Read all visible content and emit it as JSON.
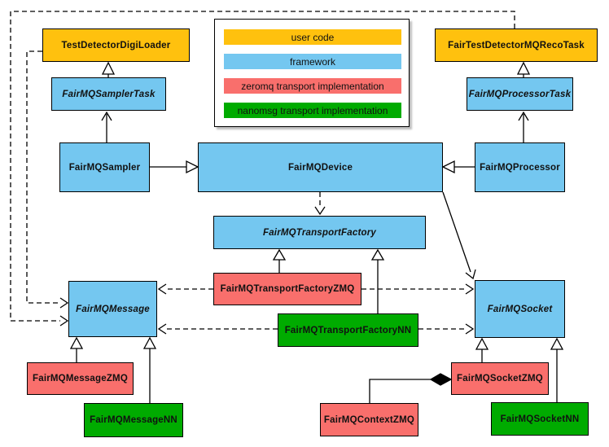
{
  "palette": {
    "user_code": "#FFC10E",
    "framework": "#74C7F0",
    "zeromq": "#F96F6C",
    "nanomsg": "#00AB00",
    "line": "#000000"
  },
  "legend": {
    "items": [
      {
        "label": "user code",
        "category": "user_code"
      },
      {
        "label": "framework",
        "category": "framework"
      },
      {
        "label": "zeromq transport implementation",
        "category": "zeromq"
      },
      {
        "label": "nanomsg transport implementation",
        "category": "nanomsg"
      }
    ]
  },
  "nodes": {
    "testDetectorDigiLoader": {
      "label": "TestDetectorDigiLoader",
      "category": "user_code",
      "abstract": false
    },
    "fairTestDetectorMQRecoTask": {
      "label": "FairTestDetectorMQRecoTask",
      "category": "user_code",
      "abstract": false
    },
    "fairMQSamplerTask": {
      "label": "FairMQSamplerTask",
      "category": "framework",
      "abstract": true
    },
    "fairMQProcessorTask": {
      "label": "FairMQProcessorTask",
      "category": "framework",
      "abstract": true
    },
    "fairMQSampler": {
      "label": "FairMQSampler",
      "category": "framework",
      "abstract": false
    },
    "fairMQDevice": {
      "label": "FairMQDevice",
      "category": "framework",
      "abstract": false
    },
    "fairMQProcessor": {
      "label": "FairMQProcessor",
      "category": "framework",
      "abstract": false
    },
    "fairMQTransportFactory": {
      "label": "FairMQTransportFactory",
      "category": "framework",
      "abstract": true
    },
    "fairMQTransportFactoryZMQ": {
      "label": "FairMQTransportFactoryZMQ",
      "category": "zeromq",
      "abstract": false
    },
    "fairMQTransportFactoryNN": {
      "label": "FairMQTransportFactoryNN",
      "category": "nanomsg",
      "abstract": false
    },
    "fairMQMessage": {
      "label": "FairMQMessage",
      "category": "framework",
      "abstract": true
    },
    "fairMQSocket": {
      "label": "FairMQSocket",
      "category": "framework",
      "abstract": true
    },
    "fairMQMessageZMQ": {
      "label": "FairMQMessageZMQ",
      "category": "zeromq",
      "abstract": false
    },
    "fairMQMessageNN": {
      "label": "FairMQMessageNN",
      "category": "nanomsg",
      "abstract": false
    },
    "fairMQSocketZMQ": {
      "label": "FairMQSocketZMQ",
      "category": "zeromq",
      "abstract": false
    },
    "fairMQSocketNN": {
      "label": "FairMQSocketNN",
      "category": "nanomsg",
      "abstract": false
    },
    "fairMQContextZMQ": {
      "label": "FairMQContextZMQ",
      "category": "zeromq",
      "abstract": false
    }
  }
}
